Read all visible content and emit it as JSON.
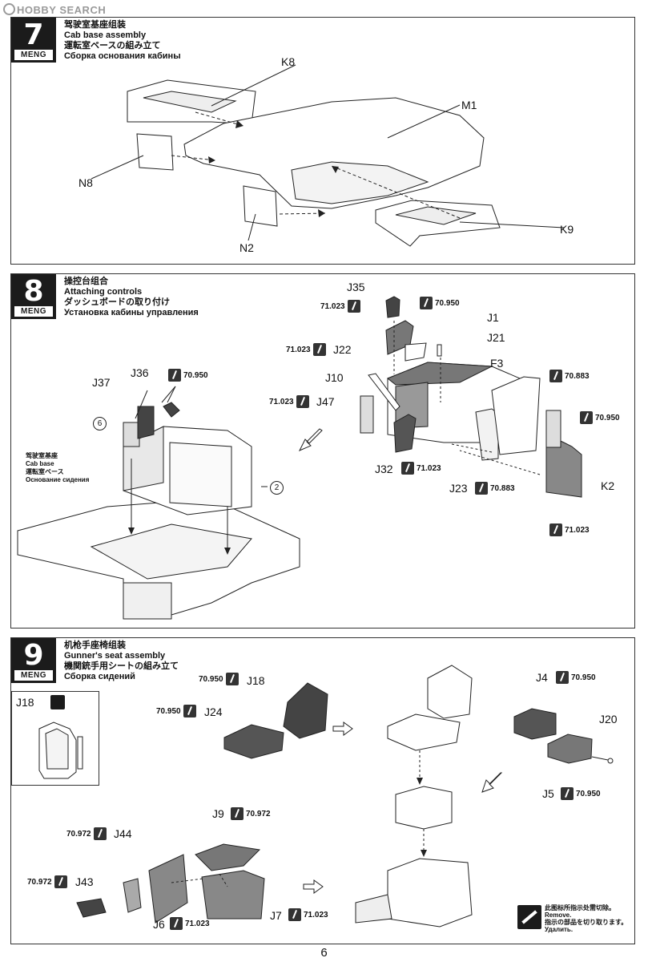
{
  "watermark": "HOBBY SEARCH",
  "brand": "MENG",
  "step7": {
    "number": "7",
    "title_cn": "驾驶室基座组装",
    "title_en": "Cab base assembly",
    "title_jp": "運転室ベースの組み立て",
    "title_ru": "Сборка основания кабины",
    "labels": [
      "K8",
      "M1",
      "N8",
      "N2",
      "K9"
    ]
  },
  "step8": {
    "number": "8",
    "title_cn": "操控台组合",
    "title_en": "Attaching controls",
    "title_jp": "ダッシュボードの取り付け",
    "title_ru": "Установка кабины управления",
    "labels": [
      "J35",
      "J1",
      "J21",
      "J22",
      "F3",
      "J10",
      "J47",
      "J32",
      "J23",
      "K2",
      "J37",
      "J36"
    ],
    "paints": [
      "71.023",
      "70.950",
      "71.023",
      "70.883",
      "71.023",
      "70.950",
      "71.023",
      "70.883",
      "71.023",
      "70.950"
    ],
    "cab_base_cn": "驾驶室基座",
    "cab_base_en": "Cab base",
    "cab_base_jp": "運転室ベース",
    "cab_base_ru": "Основание сидения",
    "ref_6": "6",
    "ref_2": "2"
  },
  "step9": {
    "number": "9",
    "title_cn": "机枪手座椅组装",
    "title_en": "Gunner's seat assembly",
    "title_jp": "機関銃手用シートの組み立て",
    "title_ru": "Сборка сидений",
    "inset_label": "J18",
    "labels": [
      "J18",
      "J24",
      "J4",
      "J20",
      "J5",
      "J9",
      "J44",
      "J43",
      "J6",
      "J7"
    ],
    "paints": [
      "70.950",
      "70.950",
      "70.950",
      "70.950",
      "70.972",
      "70.972",
      "70.972",
      "71.023",
      "71.023"
    ],
    "remove_cn": "此图标所指示处需切除。",
    "remove_en": "Remove.",
    "remove_jp": "指示の部品を切り取ります。",
    "remove_ru": "Удалить."
  },
  "page_number": "6"
}
